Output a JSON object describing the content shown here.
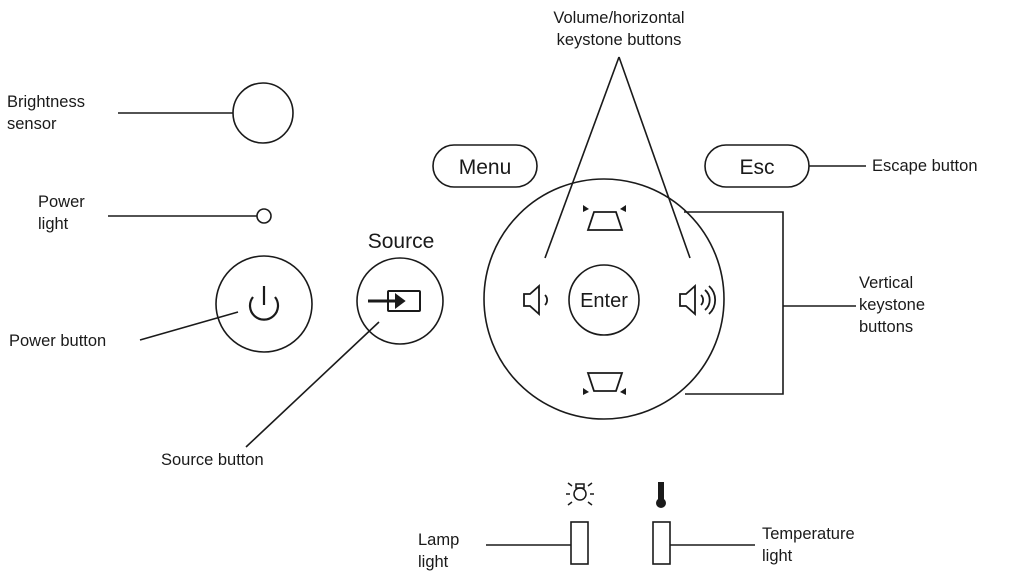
{
  "labels": {
    "brightness_sensor": [
      "Brightness",
      "sensor"
    ],
    "power_light": [
      "Power",
      "light"
    ],
    "power_button": "Power button",
    "source_button": "Source button",
    "volume_keystone": [
      "Volume/horizontal",
      "keystone buttons"
    ],
    "escape_button": "Escape button",
    "vertical_keystone": [
      "Vertical",
      "keystone",
      "buttons"
    ],
    "lamp_light": [
      "Lamp",
      "light"
    ],
    "temperature_light": [
      "Temperature",
      "light"
    ]
  },
  "buttons": {
    "menu": "Menu",
    "esc": "Esc",
    "enter": "Enter",
    "source": "Source"
  },
  "icons": {
    "power": "power-icon",
    "source": "source-input-icon",
    "volume_down": "volume-down-icon",
    "volume_up": "volume-up-icon",
    "keystone_top": "keystone-top-icon",
    "keystone_bottom": "keystone-bottom-icon",
    "lamp": "lamp-icon",
    "temperature": "thermometer-icon"
  }
}
